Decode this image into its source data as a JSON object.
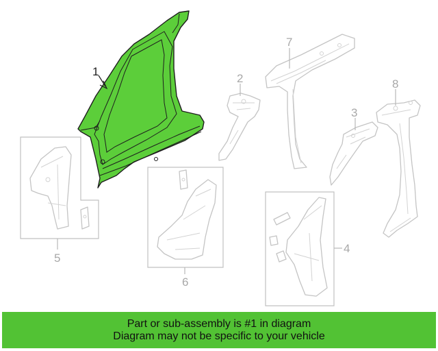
{
  "diagram": {
    "highlight_color": "#5cce3a",
    "callouts": {
      "c1": "1",
      "c2": "2",
      "c3": "3",
      "c4": "4",
      "c5": "5",
      "c6": "6",
      "c7": "7",
      "c8": "8"
    },
    "highlighted_part": "1"
  },
  "banner": {
    "line1": "Part or sub-assembly is #1 in diagram",
    "line2": "Diagram may not be specific to your vehicle",
    "background": "#52c234"
  }
}
